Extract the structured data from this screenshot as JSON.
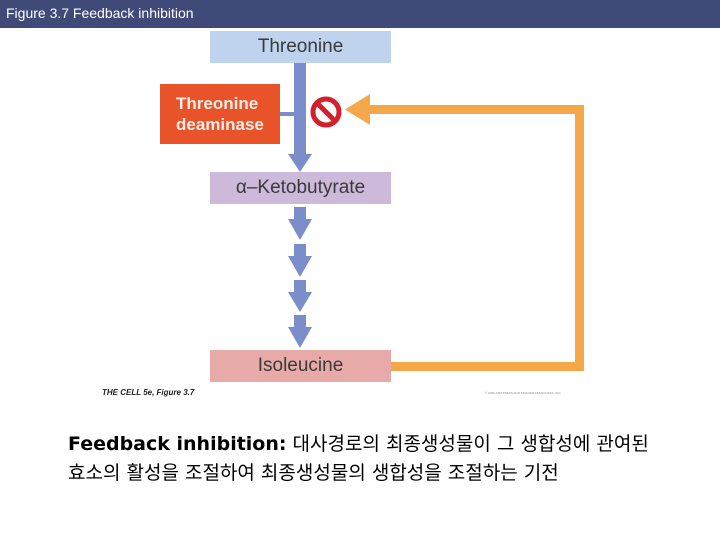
{
  "header": {
    "title": "Figure 3.7 Feedback inhibition"
  },
  "diagram": {
    "substrate": "Threonine",
    "enzyme": "Threonine\ndeaminase",
    "intermediate": "α–Ketobutyrate",
    "product": "Isoleucine",
    "credit": "THE CELL 5e, Figure 3.7",
    "copyright": "© 2009 ASM PRESS AND SINAUER ASSOCIATES, INC."
  },
  "caption": {
    "term": "Feedback inhibition:",
    "text": " 대사경로의 최종생성물이 그 생합성에 관여된 효소의 활성을 조절하여 최종생성물의 생합성을 조절하는 기전"
  },
  "colors": {
    "header_bg": "#3f4a78",
    "arrow_blue": "#7b8ecb",
    "feedback_orange": "#f4a84a",
    "inhibit_red": "#d4202a"
  }
}
